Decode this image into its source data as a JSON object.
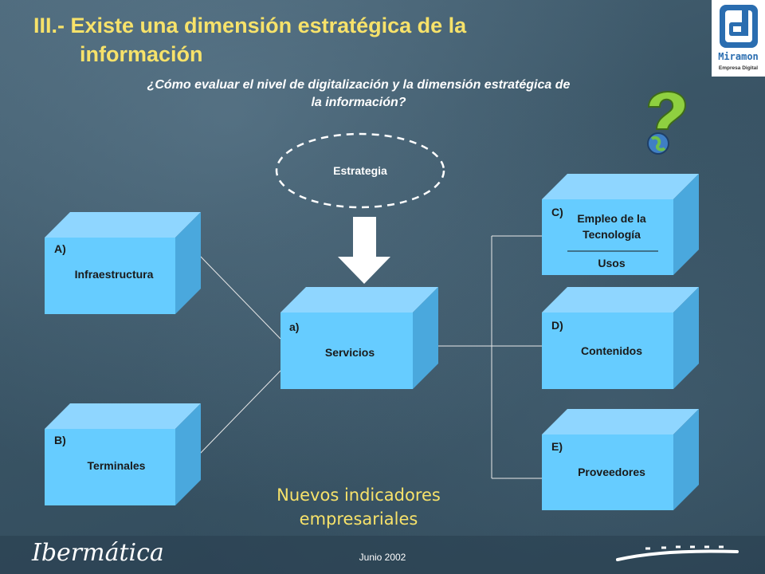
{
  "header": {
    "title_line1": "III.- Existe una dimensión estratégica de la",
    "title_line2": "información",
    "subtitle_line1": "¿Cómo evaluar el nivel de digitalización y la dimensión estratégica de",
    "subtitle_line2": "la información?"
  },
  "logo": {
    "name": "Miramon",
    "tagline": "Empresa Digital"
  },
  "diagram": {
    "strategy": "Estrategia",
    "boxes": {
      "infraestructura": {
        "letter": "A)",
        "text": "Infraestructura"
      },
      "terminales": {
        "letter": "B)",
        "text": "Terminales"
      },
      "servicios": {
        "letter": "a)",
        "text": "Servicios"
      },
      "empleo": {
        "letter": "C)",
        "text_line1": "Empleo de la",
        "text_line2": "Tecnología",
        "text_line3": "Usos"
      },
      "contenidos": {
        "letter": "D)",
        "text": "Contenidos"
      },
      "proveedores": {
        "letter": "E)",
        "text": "Proveedores"
      }
    },
    "colors": {
      "box_front": "#66ccff",
      "box_side": "#4aa8dd",
      "box_top": "#8fd6ff",
      "accent_yellow": "#f7e26a"
    }
  },
  "bottom": {
    "nuevos_line1": "Nuevos indicadores",
    "nuevos_line2": "empresariales",
    "brand": "Ibermática",
    "date": "Junio 2002"
  }
}
